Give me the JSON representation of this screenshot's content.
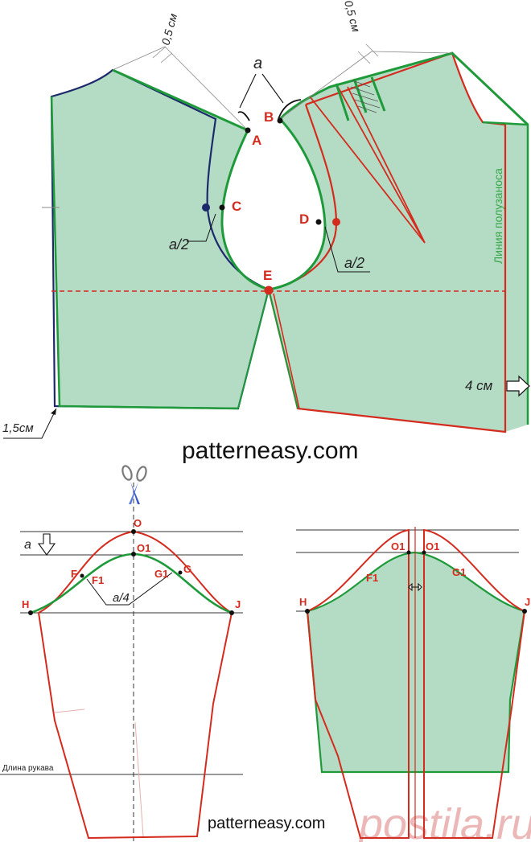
{
  "watermark_top": "patterneasy.com",
  "watermark_bottom": "patterneasy.com",
  "watermark_logo": "postila.ru",
  "bodice": {
    "seam_left": "0,5 см",
    "seam_right": "0,5 см",
    "label_a": "a",
    "label_a2_left": "a/2",
    "label_a2_right": "a/2",
    "point_A": "A",
    "point_B": "B",
    "point_C": "C",
    "point_D": "D",
    "point_E": "E",
    "hem_offset": "1,5см",
    "side_offset": "4 см",
    "semi_fit_line": "Линия полузаноса"
  },
  "sleeve_left": {
    "label_a": "a",
    "point_O": "O",
    "point_O1": "O1",
    "point_F": "F",
    "point_F1": "F1",
    "point_G": "G",
    "point_G1": "G1",
    "point_H": "H",
    "point_J": "J",
    "label_a4": "a/4",
    "sleeve_length": "Длина рукава"
  },
  "sleeve_right": {
    "point_O1_left": "O1",
    "point_O1_right": "O1",
    "point_F1": "F1",
    "point_G1": "G1",
    "point_H": "H",
    "point_J": "J"
  },
  "colors": {
    "fill_green": "#b4dcc4",
    "green": "#1f9a3a",
    "red": "#d42b1e",
    "navy": "#1c2a6b",
    "guide": "#333333"
  }
}
